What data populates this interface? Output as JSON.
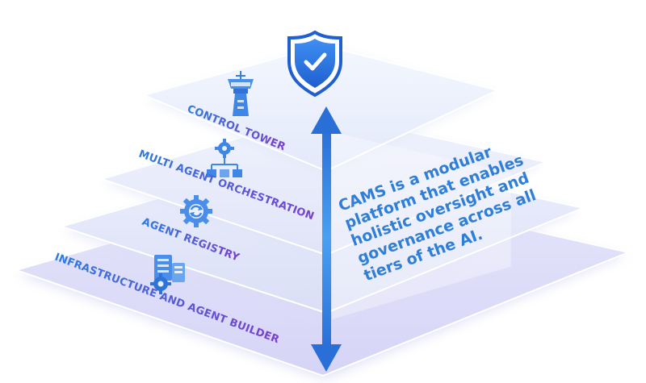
{
  "layers": [
    {
      "id": "control-tower",
      "label": "CONTROL TOWER",
      "icon": "control-tower-icon"
    },
    {
      "id": "multi-agent-orchestration",
      "label": "MULTI AGENT ORCHESTRATION",
      "icon": "hierarchy-gear-icon"
    },
    {
      "id": "agent-registry",
      "label": "AGENT REGISTRY",
      "icon": "sync-gear-icon"
    },
    {
      "id": "infrastructure-agent-builder",
      "label": "INFRASTRUCTURE AND AGENT BUILDER",
      "icon": "server-gear-icon"
    }
  ],
  "description": {
    "lines": [
      "CAMS is a modular",
      "platform that enables",
      "holistic oversight and",
      "governance across all",
      "tiers of the AI."
    ]
  },
  "badge": {
    "icon": "shield-check-icon"
  },
  "colors": {
    "label_start": "#2e7be0",
    "label_end": "#7a3fd0",
    "arrow": "#2f80e0",
    "shield": "#2a72e6",
    "plate": "#eef1fb"
  }
}
